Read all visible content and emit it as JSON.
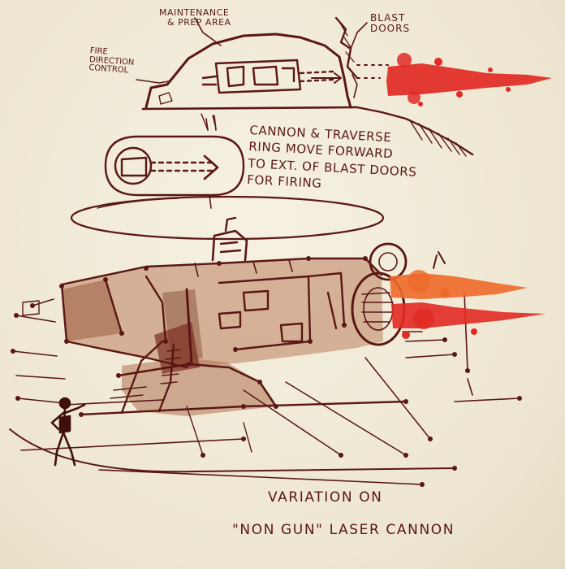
{
  "colors": {
    "paper": "#efe9d8",
    "ink": "#5a1714",
    "wash": "#b8876a",
    "laser_red": "#e12a24",
    "laser_orange": "#ee6a2a"
  },
  "labels": {
    "maintenance_line1": "MAINTENANCE",
    "maintenance_line2": "& PREP AREA",
    "blast_line1": "BLAST",
    "blast_line2": "DOORS",
    "fire_line1": "FIRE",
    "fire_line2": "DIRECTION",
    "fire_line3": "CONTROL",
    "cannon_line1": "CANNON & TRAVERSE",
    "cannon_line2": "RING MOVE FORWARD",
    "cannon_line3": "TO EXT. OF BLAST DOORS",
    "cannon_line4": "FOR FIRING",
    "title_line1": "VARIATION ON",
    "title_line2": "\"NON GUN\" LASER CANNON"
  }
}
